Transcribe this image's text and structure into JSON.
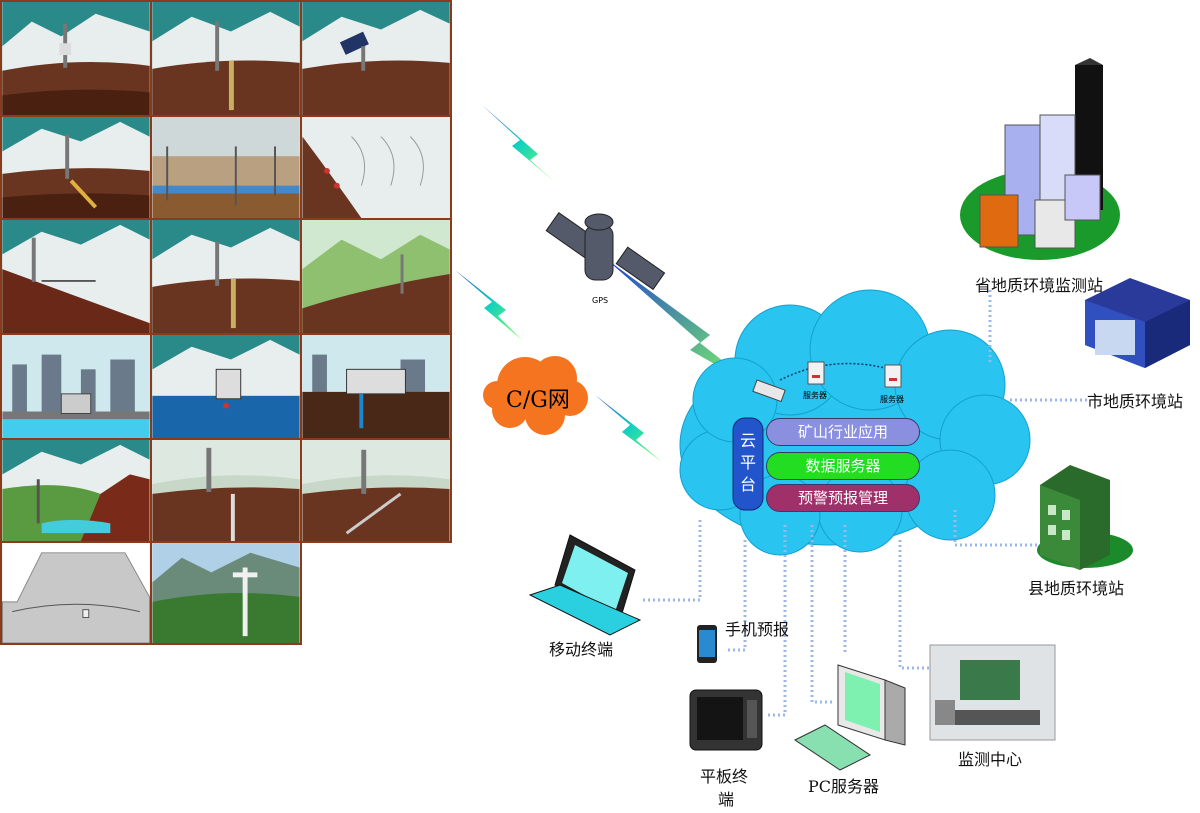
{
  "cloud": {
    "platform_label": "云平台",
    "services": [
      {
        "label": "矿山行业应用",
        "color": "#8a8fe0"
      },
      {
        "label": "数据服务器",
        "color": "#22dd22"
      },
      {
        "label": "预警预报管理",
        "color": "#a0306a"
      }
    ],
    "server_label_1": "服务器",
    "server_label_2": "服务器"
  },
  "network": {
    "cg_label": "C/G网",
    "gps_label": "GPS"
  },
  "stations": {
    "province": "省地质环境监测站",
    "city": "市地质环境站",
    "county": "县地质环境站"
  },
  "terminals": {
    "mobile": "移动终端",
    "phone_alert": "手机预报",
    "tablet_line1": "平板终",
    "tablet_line2": "端",
    "pc_server": "PC服务器",
    "monitor_center": "监测中心"
  },
  "colors": {
    "cloud": "#29c4f0",
    "cg_cloud": "#f47420",
    "grid_border": "#8b3a1a",
    "lightning": "#1ad0b0"
  }
}
